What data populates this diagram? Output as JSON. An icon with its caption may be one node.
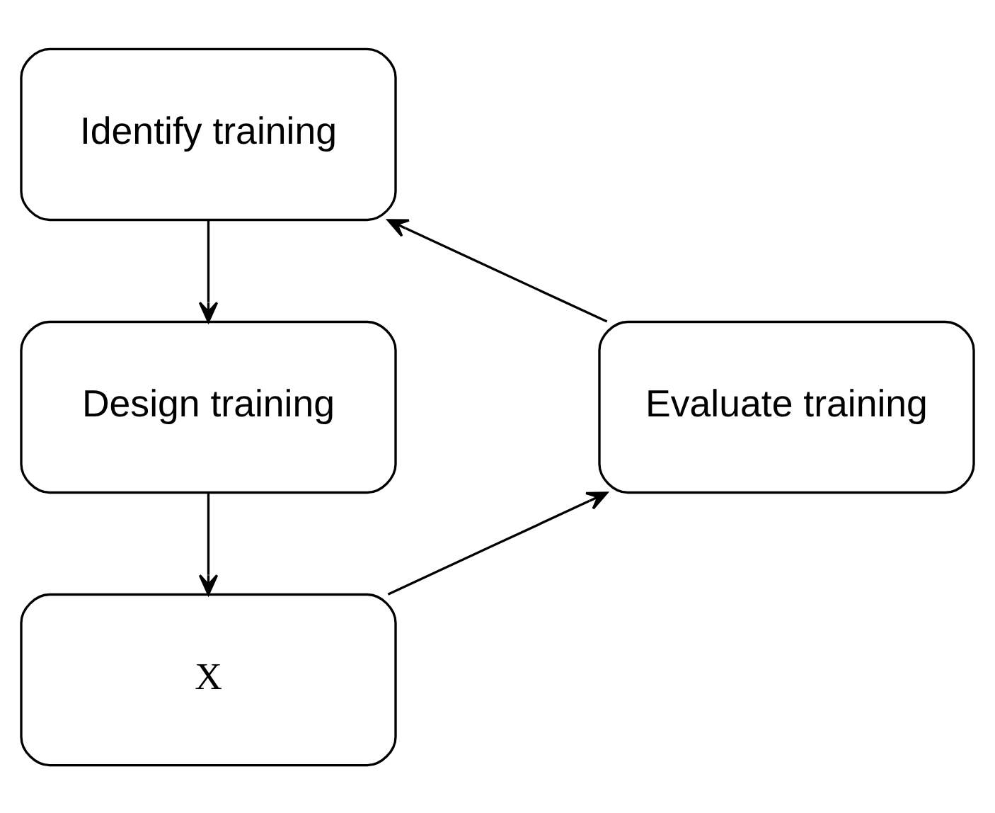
{
  "diagram": {
    "nodes": [
      {
        "text": [
          "Identify training"
        ]
      },
      {
        "text": [
          "Design training"
        ]
      },
      {
        "text": [
          "X"
        ]
      },
      {
        "text": [
          "Evaluate training"
        ]
      }
    ],
    "edges": [
      {
        "from": 0,
        "to": 1,
        "arrow": "to"
      },
      {
        "from": 1,
        "to": 2,
        "arrow": "to"
      },
      {
        "from": 2,
        "to": 3,
        "arrow": "to"
      },
      {
        "from": 3,
        "to": 0,
        "arrow": "to"
      }
    ]
  }
}
